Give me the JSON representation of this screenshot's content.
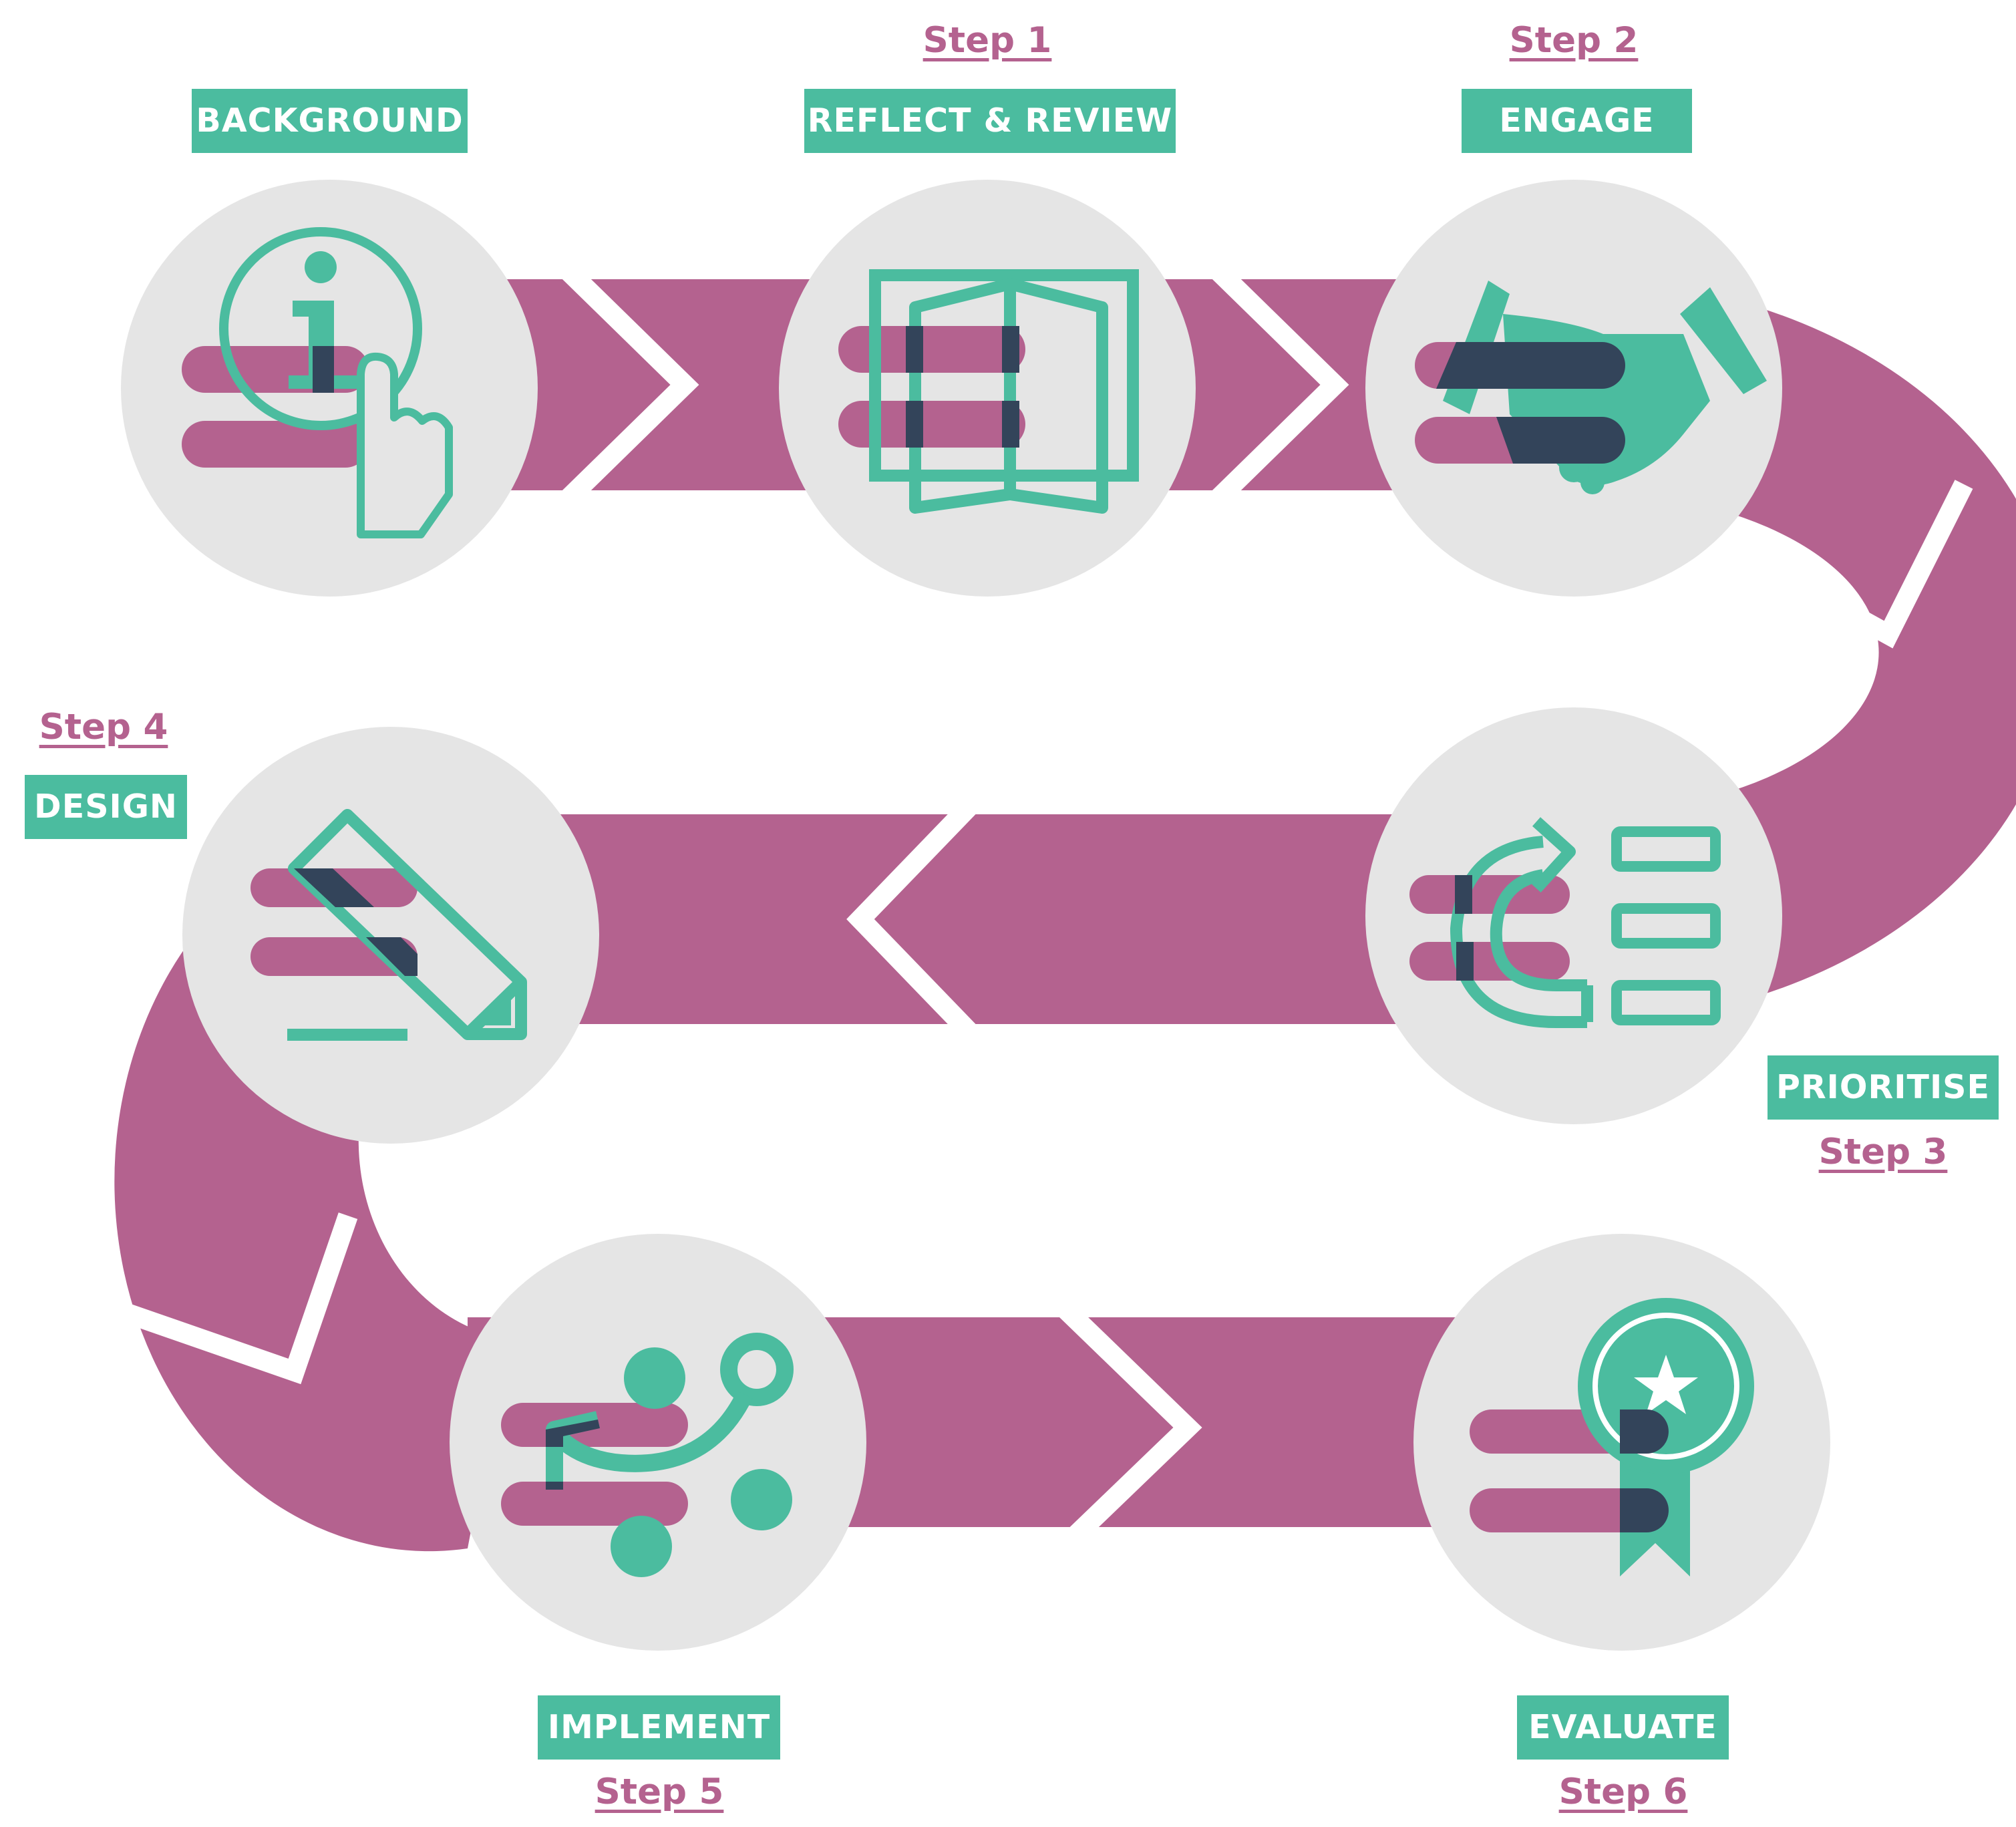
{
  "colors": {
    "path": "#b4628f",
    "accent": "#4bbc9f",
    "circle": "#e5e5e5",
    "overlap": "#33445a",
    "step_text": "#b4628f",
    "label_text": "#ffffff"
  },
  "stages": [
    {
      "id": "background",
      "label": "BACKGROUND",
      "step": "",
      "icon": "info-touch-icon"
    },
    {
      "id": "reflect",
      "label": "REFLECT & REVIEW",
      "step": "Step 1",
      "icon": "open-book-icon"
    },
    {
      "id": "engage",
      "label": "ENGAGE",
      "step": "Step 2",
      "icon": "handshake-icon"
    },
    {
      "id": "prioritise",
      "label": "PRIORITISE",
      "step": "Step 3",
      "icon": "refresh-list-icon"
    },
    {
      "id": "design",
      "label": "DESIGN",
      "step": "Step 4",
      "icon": "pencil-icon"
    },
    {
      "id": "implement",
      "label": "IMPLEMENT",
      "step": "Step 5",
      "icon": "branch-nodes-icon"
    },
    {
      "id": "evaluate",
      "label": "EVALUATE",
      "step": "Step 6",
      "icon": "award-ribbon-icon"
    }
  ]
}
